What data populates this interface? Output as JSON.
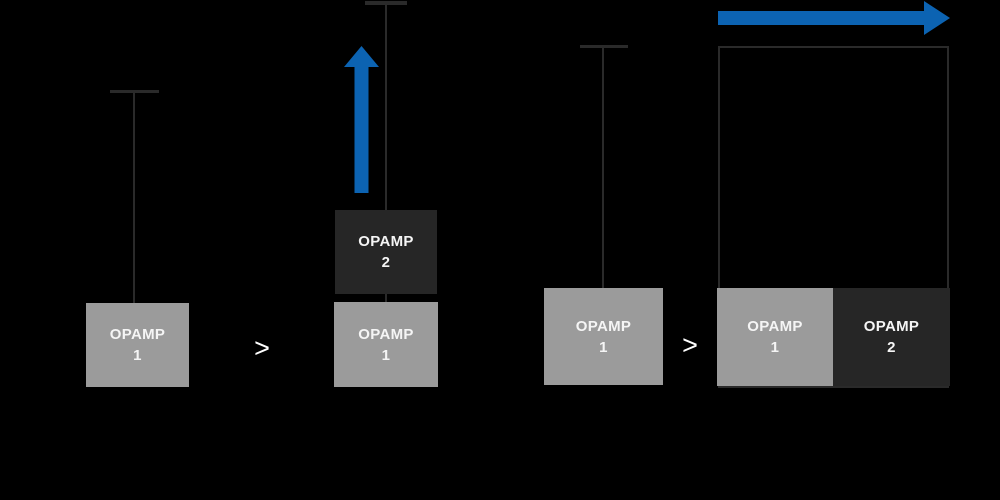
{
  "colors": {
    "background": "#000000",
    "line": "#2a2a2a",
    "arrow_blue": "#0c63b2",
    "box_gray": "#9b9b9b",
    "box_dark": "#262626",
    "text": "#f5f5f5"
  },
  "chevron_symbol": ">",
  "scale_up": {
    "before": {
      "boxes": [
        {
          "line1": "OPAMP",
          "line2": "1"
        }
      ]
    },
    "after": {
      "boxes": [
        {
          "line1": "OPAMP",
          "line2": "2"
        },
        {
          "line1": "OPAMP",
          "line2": "1"
        }
      ]
    }
  },
  "scale_out": {
    "before": {
      "boxes": [
        {
          "line1": "OPAMP",
          "line2": "1"
        }
      ]
    },
    "after": {
      "boxes": [
        {
          "line1": "OPAMP",
          "line2": "1"
        },
        {
          "line1": "OPAMP",
          "line2": "2"
        }
      ]
    }
  }
}
